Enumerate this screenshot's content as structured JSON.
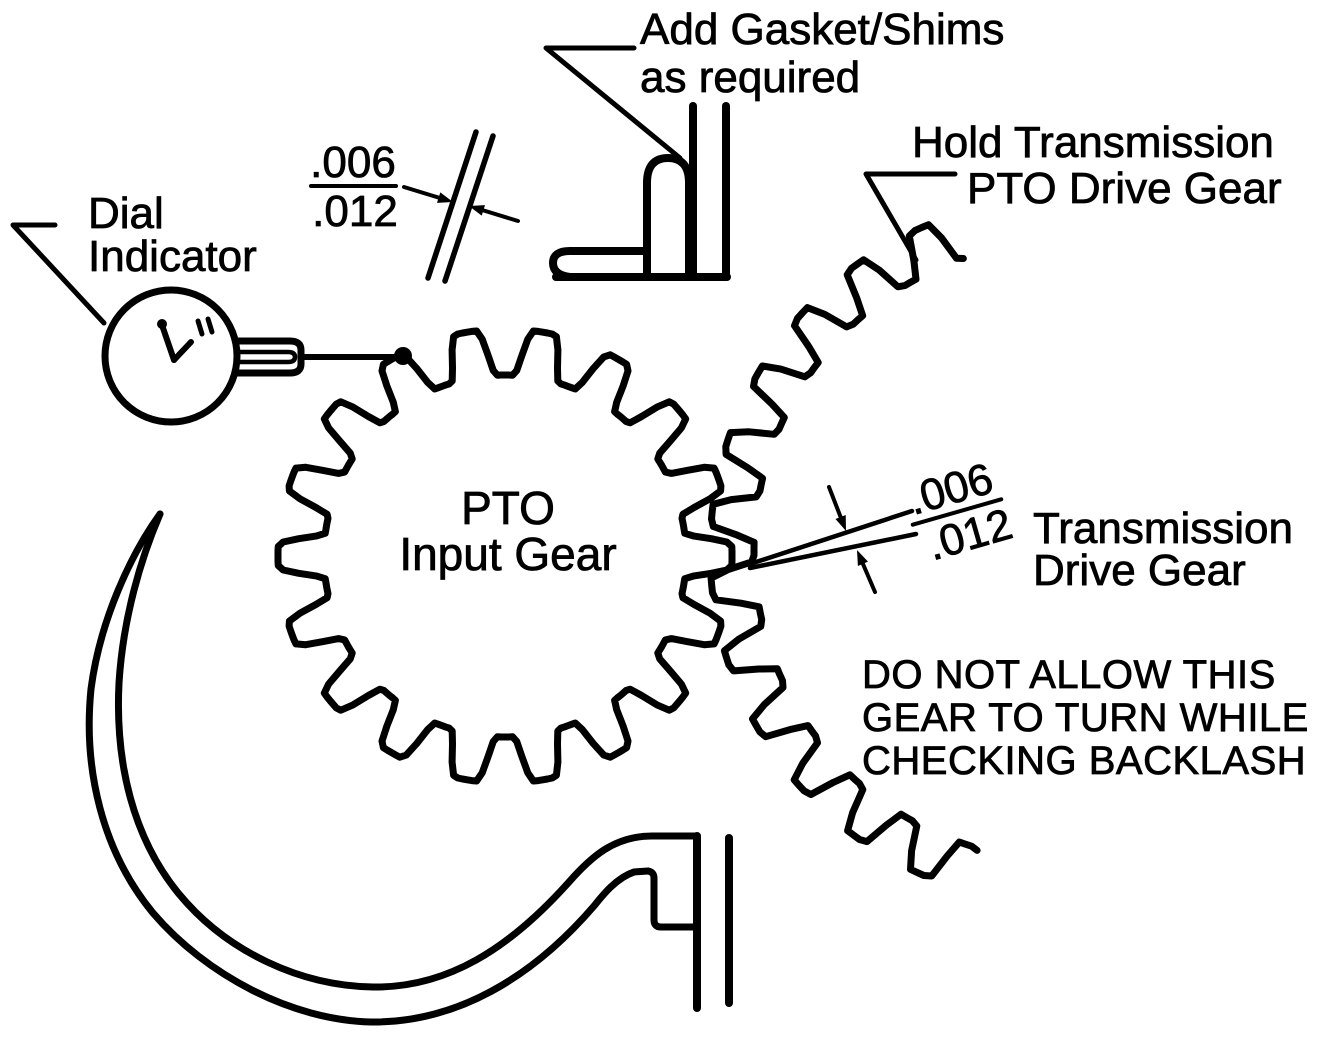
{
  "diagram": {
    "title": "PTO gear backlash checking diagram",
    "labels": {
      "add_gasket": {
        "line1": "Add Gasket/Shims",
        "line2": "as required"
      },
      "hold_transmission": {
        "line1": "Hold Transmission",
        "line2": "PTO Drive Gear"
      },
      "dial_indicator": {
        "line1": "Dial",
        "line2": "Indicator"
      },
      "pto_input_gear": {
        "line1": "PTO",
        "line2": "Input Gear"
      },
      "transmission_drive_gear": {
        "line1": "Transmission",
        "line2": "Drive Gear"
      },
      "warning": {
        "line1": "DO NOT ALLOW THIS",
        "line2": "GEAR TO TURN WHILE",
        "line3": "CHECKING BACKLASH"
      }
    },
    "measurements": {
      "backlash_left": {
        "numerator": ".006",
        "denominator": ".012"
      },
      "backlash_right": {
        "numerator": ".006",
        "denominator": ".012"
      }
    },
    "colors": {
      "ink": "#000000",
      "background": "#ffffff"
    }
  }
}
